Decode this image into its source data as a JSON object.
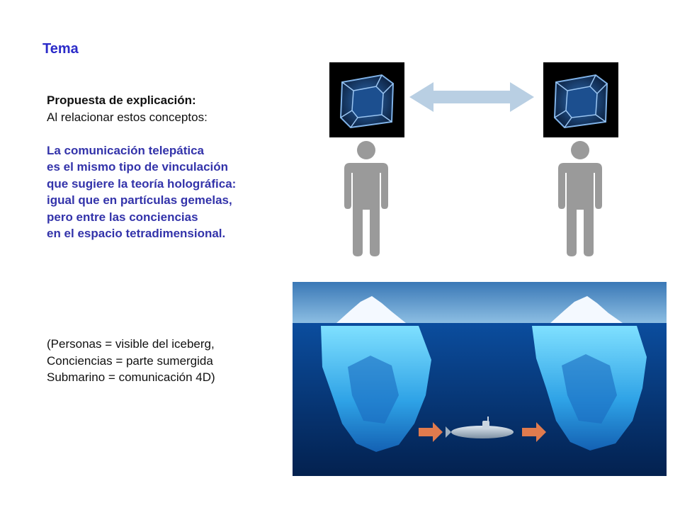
{
  "slide": {
    "title": "Tema",
    "heading": "Propuesta de explicación:",
    "intro": "Al relacionar estos conceptos:",
    "statement": [
      "La comunicación telepática",
      "es el mismo tipo de vinculación",
      "que sugiere la teoría holográfica:",
      "igual que en partículas gemelas,",
      "pero entre las conciencias",
      "en el espacio tetradimensional."
    ],
    "legend": [
      "(Personas = visible del iceberg,",
      "Conciencias = parte sumergida",
      "Submarino = comunicación 4D)"
    ]
  },
  "colors": {
    "title": "#2b2bc9",
    "statement": "#3333aa",
    "person": "#9a9a9a",
    "arrow": "#b9cfe3",
    "orange_arrow": "#e07b4e",
    "sea": "#0a3a8c"
  },
  "icons": [
    "tesseract-icon",
    "double-arrow-icon",
    "person-icon",
    "iceberg-image",
    "submarine-icon",
    "orange-arrow-icon"
  ]
}
